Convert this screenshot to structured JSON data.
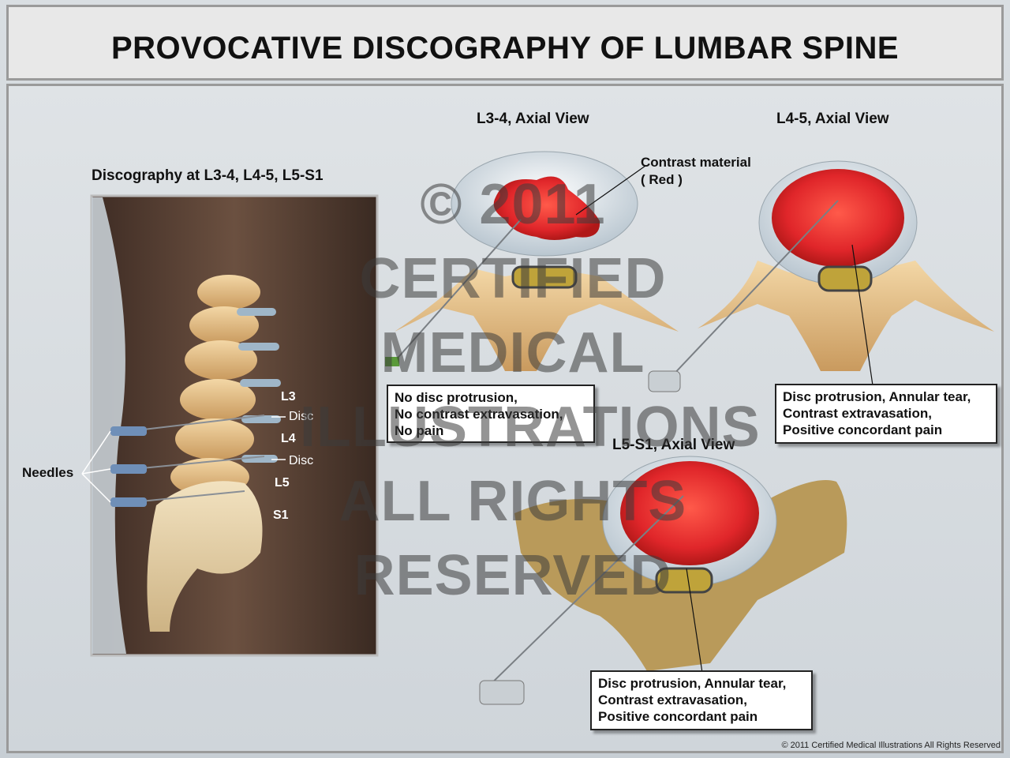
{
  "title": "PROVOCATIVE DISCOGRAPHY OF LUMBAR SPINE",
  "left_panel": {
    "heading": "Discography at L3-4, L4-5, L5-S1",
    "needles_label": "Needles",
    "levels": [
      "L3",
      "L4",
      "L5",
      "S1"
    ],
    "disc_labels": [
      "Disc",
      "Disc"
    ]
  },
  "views": [
    {
      "heading": "L3-4, Axial View",
      "callout": [
        "No disc protrusion,",
        "No contrast extravasation,",
        "No pain"
      ]
    },
    {
      "heading": "L4-5, Axial View",
      "callout": [
        "Disc protrusion, Annular tear,",
        "Contrast extravasation,",
        "Positive concordant pain"
      ]
    },
    {
      "heading": "L5-S1, Axial View",
      "callout": [
        "Disc protrusion, Annular tear,",
        "Contrast extravasation,",
        "Positive concordant pain"
      ]
    }
  ],
  "contrast_label": {
    "line1": "Contrast material",
    "line2": "( Red )"
  },
  "watermark": [
    "© 2011",
    "CERTIFIED",
    "MEDICAL",
    "ILLUSTRATIONS",
    "ALL RIGHTS",
    "RESERVED"
  ],
  "copyright": "© 2011 Certified Medical Illustrations All Rights Reserved",
  "colors": {
    "contrast": "#e0262a",
    "bone": "#e9c48e",
    "skin": "#5e4436",
    "disc": "#e8ecef"
  }
}
